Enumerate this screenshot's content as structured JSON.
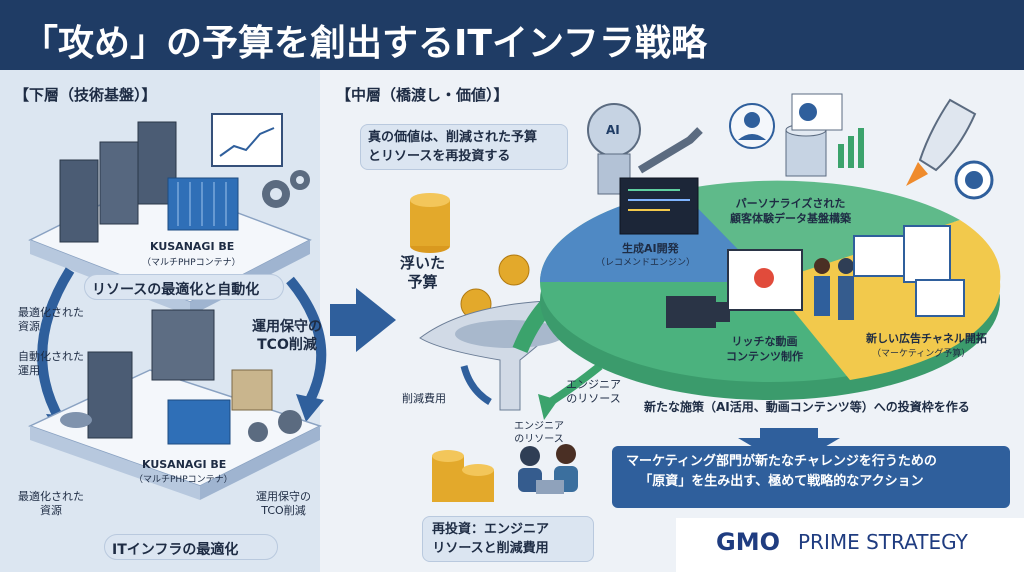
{
  "header": {
    "title": "「攻め」の予算を創出するITインフラ戦略"
  },
  "left": {
    "section_title": "【下層（技術基盤）】",
    "top_platform": {
      "product": "KUSANAGI BE",
      "product_sub": "（マルチPHPコンテナ）",
      "caption": "リソースの最適化と自動化"
    },
    "side_labels": [
      "最適化された\n資源",
      "自動化された\n運用"
    ],
    "cycle_label": "運用保守の\nTCO削減",
    "bottom_platform": {
      "product": "KUSANAGI BE",
      "product_sub": "（マルチPHPコンテナ）"
    },
    "bottom_left_label": "最適化された\n資源",
    "bottom_right_label": "運用保守の\nTCO削減",
    "footer_caption": "ITインフラの最適化"
  },
  "middle": {
    "section_title": "【中層（橋渡し・価値）】",
    "value_note": "真の価値は、削減された予算\nとリソースを再投資する",
    "floating_budget": "浮いた\n予算",
    "reduced_cost": "削減費用",
    "engineer_resource_right": "エンジニア\nのリソース",
    "engineer_resource_left": "エンジニア\nのリソース",
    "reinvest_caption": "再投資：エンジニア\nリソースと削減費用"
  },
  "right": {
    "segments": [
      {
        "label": "生成AI開発",
        "sub": "（レコメンドエンジン）"
      },
      {
        "label": "パーソナライズされた\n顧客体験データ基盤構築",
        "sub": ""
      },
      {
        "label": "リッチな動画\nコンテンツ制作",
        "sub": ""
      },
      {
        "label": "新しい広告チャネル開拓",
        "sub": "（マーケティング予算）"
      }
    ],
    "ai_badge": "AI",
    "investment_frame": "新たな施策（AI活用、動画コンテンツ等）への投資枠を作る",
    "conclusion": "マーケティング部門が新たなチャレンジを行うための\n「原資」を生み出す、極めて戦略的なアクション"
  },
  "brand": {
    "logo_primary": "GMO",
    "logo_secondary": "PRIME STRATEGY"
  },
  "colors": {
    "header_bg": "#1f3c65",
    "accent_blue": "#2f5f9c",
    "pie_blue": "#4f89c4",
    "pie_green": "#3b9b6c",
    "pie_yellow": "#f2c94c",
    "gold": "#e3a92b"
  }
}
